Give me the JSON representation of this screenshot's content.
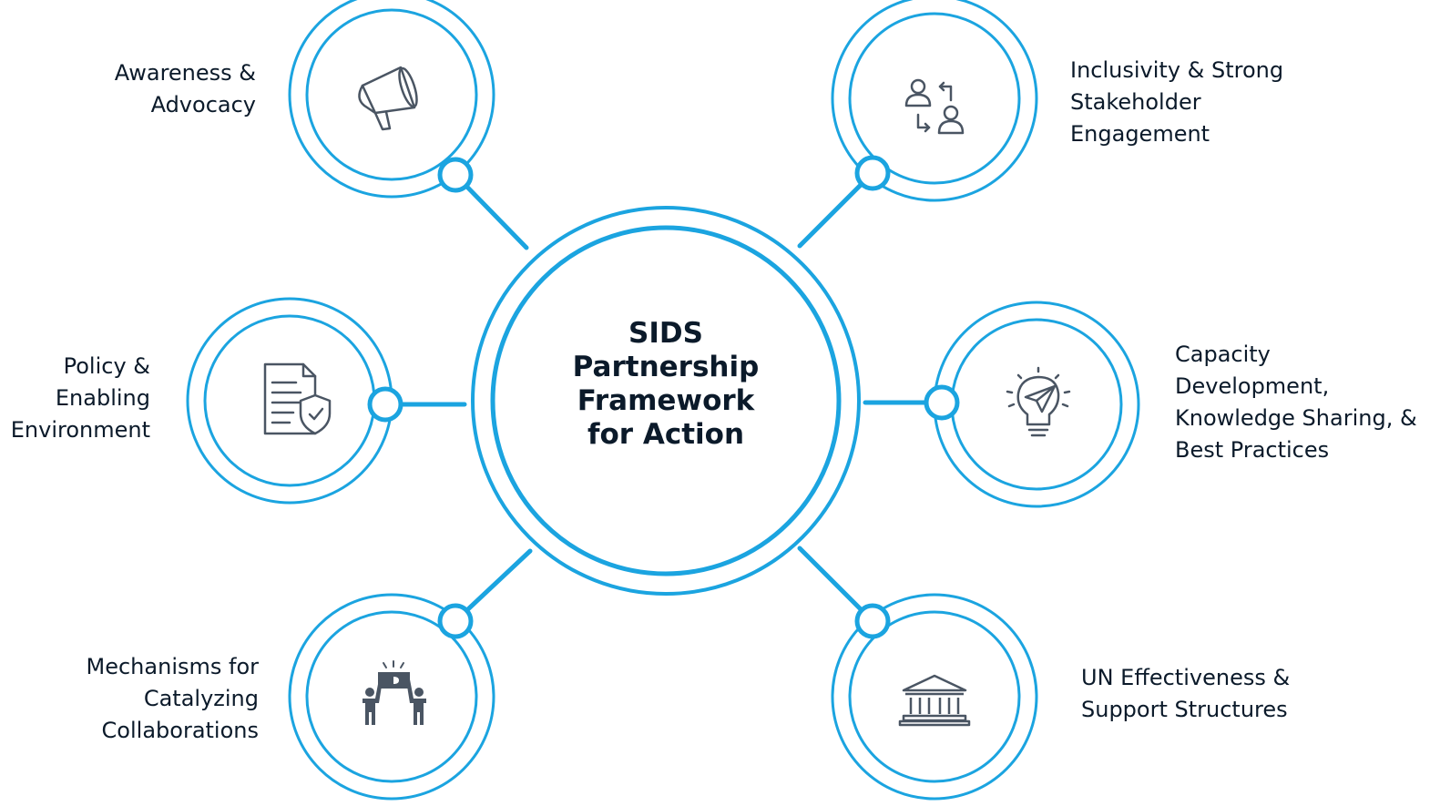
{
  "center": {
    "title_lines": [
      "SIDS",
      "Partnership",
      "Framework",
      "for Action"
    ]
  },
  "nodes": [
    {
      "id": "awareness",
      "icon": "megaphone-icon",
      "label_lines": [
        "Awareness &",
        "Advocacy"
      ]
    },
    {
      "id": "inclusivity",
      "icon": "stakeholder-exchange-icon",
      "label_lines": [
        "Inclusivity & Strong",
        "Stakeholder",
        "Engagement"
      ]
    },
    {
      "id": "policy",
      "icon": "policy-document-shield-icon",
      "label_lines": [
        "Policy &",
        "Enabling",
        "Environment"
      ]
    },
    {
      "id": "capacity",
      "icon": "lightbulb-paper-plane-icon",
      "label_lines": [
        "Capacity",
        "Development,",
        "Knowledge Sharing, &",
        "Best Practices"
      ]
    },
    {
      "id": "mechanisms",
      "icon": "puzzle-collaboration-icon",
      "label_lines": [
        "Mechanisms for",
        "Catalyzing",
        "Collaborations"
      ]
    },
    {
      "id": "un",
      "icon": "institution-building-icon",
      "label_lines": [
        "UN Effectiveness &",
        "Support Structures"
      ]
    }
  ],
  "colors": {
    "accent": "#1ba4e0",
    "icon": "#4a5563",
    "text": "#0b1a2a"
  }
}
